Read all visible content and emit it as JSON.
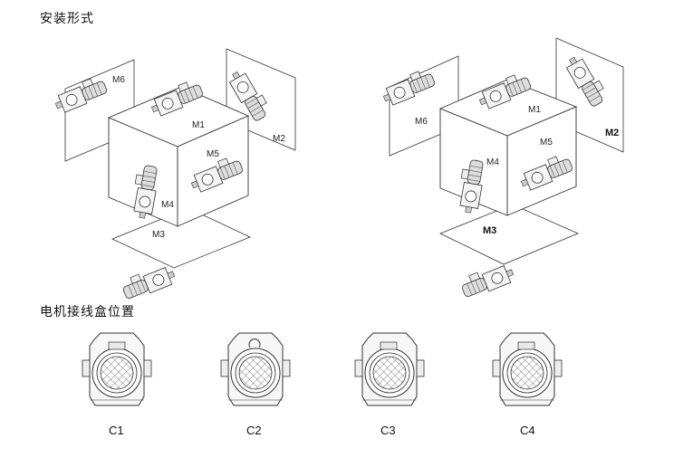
{
  "headings": {
    "install": "安装形式",
    "terminal_box": "电机接线盒位置"
  },
  "cube_left": {
    "labels": [
      "M6",
      "M1",
      "M2",
      "M5",
      "M4",
      "M3"
    ]
  },
  "cube_right": {
    "labels": [
      "M6",
      "M1",
      "M2",
      "M5",
      "M4",
      "M3"
    ]
  },
  "positions": [
    "C1",
    "C2",
    "C3",
    "C4"
  ]
}
